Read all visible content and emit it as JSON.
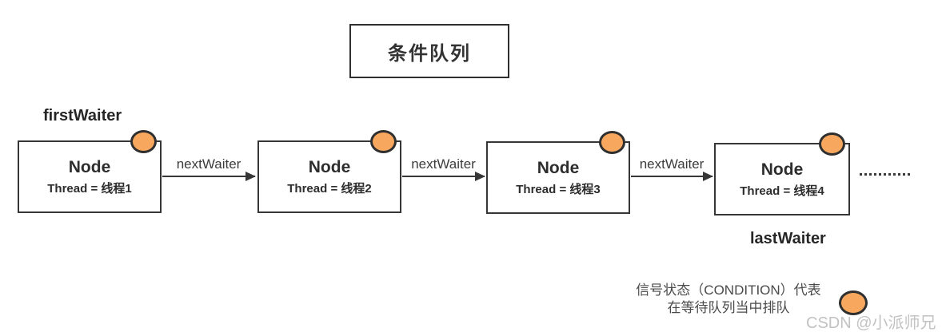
{
  "diagram": {
    "title": "条件队列",
    "pointer_labels": {
      "first": "firstWaiter",
      "last": "lastWaiter"
    },
    "edge_label": "nextWaiter",
    "nodes": [
      {
        "title": "Node",
        "thread": "Thread = 线程1"
      },
      {
        "title": "Node",
        "thread": "Thread = 线程2"
      },
      {
        "title": "Node",
        "thread": "Thread = 线程3"
      },
      {
        "title": "Node",
        "thread": "Thread = 线程4"
      }
    ],
    "legend": {
      "line1": "信号状态（CONDITION）代表",
      "line2": "在等待队列当中排队"
    },
    "watermark": "CSDN @小派师兄",
    "colors": {
      "condition_marker_fill": "#F8A85E",
      "outline": "#333333",
      "watermark_gray": "#C2C2C2"
    }
  }
}
